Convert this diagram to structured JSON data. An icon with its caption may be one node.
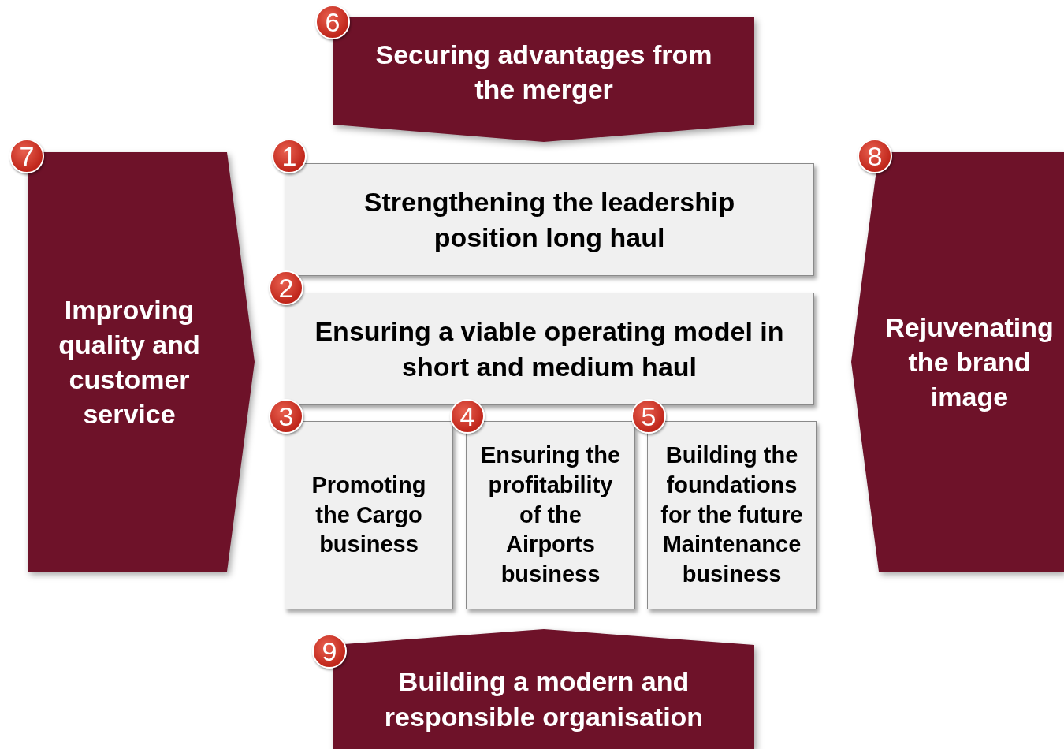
{
  "diagram": {
    "nodes": [
      {
        "text": [
          "Securing advantages from the merger"
        ],
        "beside": [
          "6"
        ]
      },
      {
        "text": [
          "Improving quality and customer service"
        ],
        "beside": [
          "7"
        ]
      },
      {
        "text": [
          "Strengthening the leadership position long haul"
        ],
        "beside": [
          "1"
        ]
      },
      {
        "text": [
          "Ensuring a viable operating model in short and medium haul"
        ],
        "beside": [
          "2"
        ]
      },
      {
        "text": [
          "Promoting the Cargo business"
        ],
        "beside": [
          "3"
        ]
      },
      {
        "text": [
          "Ensuring the profitability of the Airports business"
        ],
        "beside": [
          "4"
        ]
      },
      {
        "text": [
          "Building the foundations for the future Maintenance business"
        ],
        "beside": [
          "5"
        ]
      },
      {
        "text": [
          "Rejuvenating the brand image"
        ],
        "beside": [
          "8"
        ]
      },
      {
        "text": [
          "Building a modern and responsible organisation"
        ],
        "beside": [
          "9"
        ]
      }
    ],
    "edges": []
  }
}
